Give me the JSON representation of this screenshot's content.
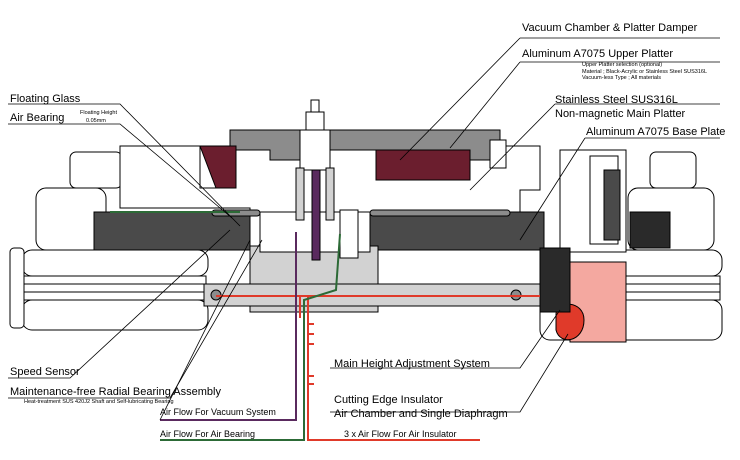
{
  "colors": {
    "outline": "#000000",
    "dark_gray": "#4a4a4a",
    "mid_gray": "#8c8c8c",
    "light_gray": "#d2d2d2",
    "maroon": "#6b1e2e",
    "air_red": "#e03a2a",
    "vacuum_purple": "#5a2a5e",
    "bearing_green": "#2c6a36",
    "pink": "#f4a8a0"
  },
  "labels": {
    "vacuum_chamber": "Vacuum Chamber &  Platter Damper",
    "upper_platter": "Aluminum A7075 Upper Platter",
    "upper_platter_note": [
      "Upper Platter selection (optional)",
      "Material ; Black-Acrylic or Stainless Steel SUS316L",
      "Vacuum-less Type ; All materials"
    ],
    "main_platter_line1": "Stainless Steel  SUS316L",
    "main_platter_line2": "Non-magnetic Main Platter",
    "base_plate": "Aluminum A7075 Base Plate",
    "floating_glass": "Floating Glass",
    "air_bearing": "Air Bearing",
    "floating_height_line1": "Floating Height",
    "floating_height_line2": "0.05mm",
    "speed_sensor": "Speed Sensor",
    "radial_bearing": "Maintenance-free Radial Bearing Assembly",
    "radial_bearing_note": "Heat-treatment SUS 420J2 Shaft and Self-lubricating Bearing",
    "height_adjust": "Main Height Adjustment System",
    "cutting_edge_line1": "Cutting Edge Insulator",
    "cutting_edge_line2": "Air Chamber and Single Diaphragm",
    "air_vacuum": "Air Flow For Vacuum System",
    "air_bearing_flow": "Air Flow For  Air Bearing",
    "air_insulator": "3 x Air Flow For  Air Insulator"
  }
}
